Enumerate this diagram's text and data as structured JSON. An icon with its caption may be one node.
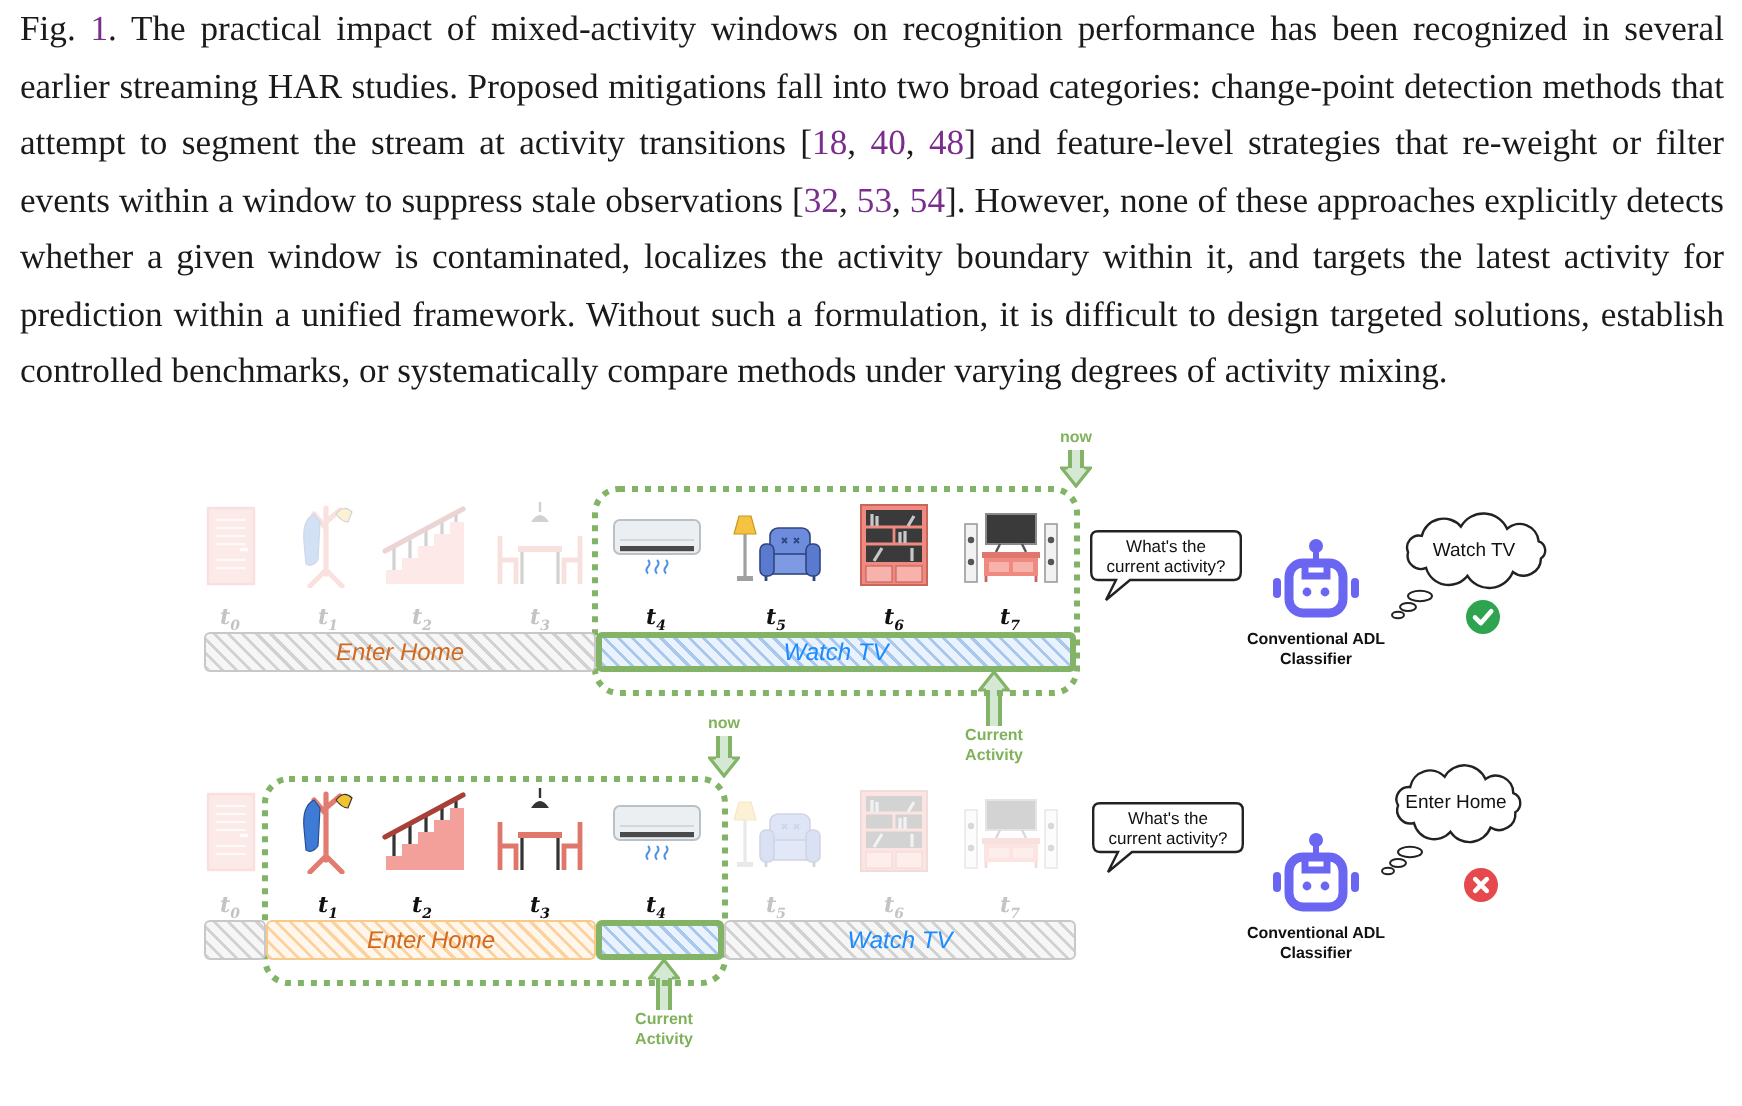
{
  "diagram": {
    "caption": "Fig. 1. The practical impact of mixed-activity windows on recognition performance has been recognized in several earlier streaming HAR studies. Proposed mitigations fall into two broad categories: change-point detection methods that attempt to segment the stream at activity transitions [18, 40, 48] and feature-level strategies that re-weight or filter events within a window to suppress stale observations [32, 53, 54]. However, none of these approaches explicitly detects whether a given window is contaminated, localizes the activity boundary within it, and targets the latest activity for prediction within a unified framework. Without such a formulation, it is difficult to design targeted solutions, establish controlled benchmarks, or systematically compare methods under varying degrees of activity mixing.",
    "nodes": [
      {
        "text": [
          "now"
        ]
      },
      {
        "text": [],
        "shape": "box"
      },
      {
        "text": [
          "Enter Home"
        ]
      },
      {
        "text": [
          "Watch TV"
        ],
        "in": 1
      },
      {
        "text": [
          "Current Activity"
        ]
      },
      {
        "text": [
          "What's the current activity?"
        ]
      },
      {
        "text": [
          "Conventional ADL Classifier"
        ]
      },
      {
        "text": [
          "Watch TV"
        ]
      },
      {
        "text": [
          "now"
        ]
      },
      {
        "text": [],
        "shape": "box"
      },
      {
        "text": [],
        "shape": "bar"
      },
      {
        "text": [
          "Enter Home"
        ],
        "in": 9
      },
      {
        "text": [],
        "shape": "bar",
        "in": 9
      },
      {
        "text": [
          "Watch TV"
        ]
      },
      {
        "text": [
          "Current Activity"
        ]
      },
      {
        "text": [
          "What's the current activity?"
        ]
      },
      {
        "text": [
          "Conventional ADL Classifier"
        ]
      },
      {
        "text": [
          "Enter Home"
        ]
      }
    ],
    "edges": [
      {
        "from": 0,
        "to": 1,
        "arrow": "to"
      },
      {
        "from": 4,
        "to": 3,
        "arrow": "to"
      },
      {
        "from": 8,
        "to": 9,
        "arrow": "to"
      },
      {
        "from": 14,
        "to": 12,
        "arrow": "to"
      }
    ],
    "labels": [
      "t$_{0}$",
      "t$_{1}$",
      "t$_{2}$",
      "t$_{3}$",
      "t$_{4}$",
      "t$_{5}$",
      "t$_{6}$",
      "t$_{7}$",
      "t$_{0}$",
      "t$_{1}$",
      "t$_{2}$",
      "t$_{3}$",
      "t$_{4}$",
      "t$_{5}$",
      "t$_{6}$",
      "t$_{7}$"
    ]
  }
}
